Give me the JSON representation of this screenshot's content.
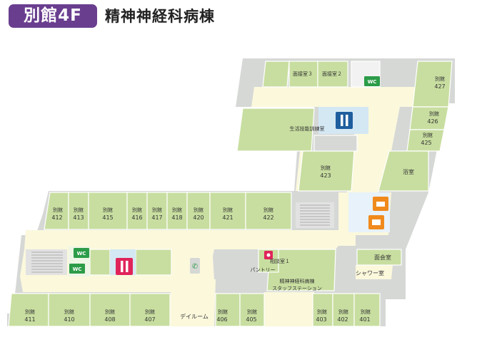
{
  "header": {
    "badge": "別館4F",
    "title": "精神神経科病棟"
  },
  "colors": {
    "badge": "#6a3e8f",
    "room": "#c8dea0",
    "corridor": "#fbf8dc",
    "wall_gray": "#d6d8d6",
    "stairs": "#e2e2e2",
    "elevator_hall": "#d4e8f4",
    "wc_green": "#2c9c48",
    "wc_blue": "#1f5e9e",
    "bath_orange": "#f08a1c",
    "wc_red": "#e0245a"
  },
  "rooms": {
    "r427": [
      "別館",
      "427"
    ],
    "r426": [
      "別館",
      "426"
    ],
    "r425": [
      "別館",
      "425"
    ],
    "r423": [
      "別館",
      "423"
    ],
    "r412": [
      "別館",
      "412"
    ],
    "r413": [
      "別館",
      "413"
    ],
    "r415": [
      "別館",
      "415"
    ],
    "r416": [
      "別館",
      "416"
    ],
    "r417": [
      "別館",
      "417"
    ],
    "r418": [
      "別館",
      "418"
    ],
    "r420": [
      "別館",
      "420"
    ],
    "r421": [
      "別館",
      "421"
    ],
    "r422": [
      "別館",
      "422"
    ],
    "r411": [
      "別館",
      "411"
    ],
    "r410": [
      "別館",
      "410"
    ],
    "r408": [
      "別館",
      "408"
    ],
    "r407": [
      "別館",
      "407"
    ],
    "r406": [
      "別館",
      "406"
    ],
    "r405": [
      "別館",
      "405"
    ],
    "r403": [
      "別館",
      "403"
    ],
    "r402": [
      "別館",
      "402"
    ],
    "r401": [
      "別館",
      "401"
    ]
  },
  "facilities": {
    "interview3": "面接室３",
    "interview2": "面接室２",
    "life_skills": "生活技能訓練室",
    "bath": "浴室",
    "counseling1": "相談室１",
    "pantry": "パントリー",
    "staff_station_1": "精神神経科病棟",
    "staff_station_2": "スタッフステーション",
    "day_room": "デイルーム",
    "visitor_room": "面会室",
    "shower_room": "シャワー室",
    "wc": "WC"
  }
}
